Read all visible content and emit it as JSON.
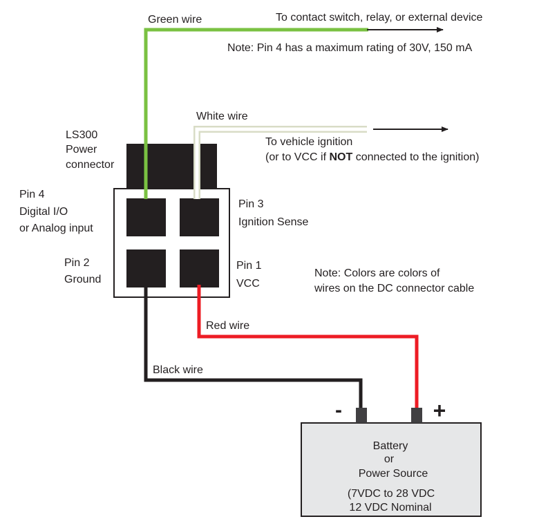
{
  "wires": {
    "green": {
      "label": "Green wire",
      "color": "#7ac142"
    },
    "white": {
      "label": "White wire",
      "color": "#ffffff",
      "outline": "#d8dcc6"
    },
    "red": {
      "label": "Red wire",
      "color": "#ed1c24"
    },
    "black": {
      "label": "Black wire",
      "color": "#231f20"
    }
  },
  "destinations": {
    "contact": "To contact switch, relay, or external device",
    "pin4_note": "Note: Pin 4 has a maximum rating of 30V, 150 mA",
    "ignition_line1": "To vehicle ignition",
    "ignition_line2_pre": "(or to VCC if ",
    "ignition_line2_bold": "NOT",
    "ignition_line2_post": " connected to the ignition)"
  },
  "connector": {
    "title_lines": [
      "LS300",
      "Power",
      "connector"
    ],
    "pins": [
      {
        "id": "pin4",
        "lines": [
          "Pin 4",
          "Digital I/O",
          "or Analog input"
        ]
      },
      {
        "id": "pin3",
        "lines": [
          "Pin 3",
          "Ignition Sense"
        ]
      },
      {
        "id": "pin2",
        "lines": [
          "Pin 2",
          "Ground"
        ]
      },
      {
        "id": "pin1",
        "lines": [
          "Pin 1",
          "VCC"
        ]
      }
    ]
  },
  "colors_note": [
    "Note: Colors are colors of",
    "wires on the DC connector cable"
  ],
  "battery": {
    "lines": [
      "Battery",
      "or",
      "Power Source",
      "(7VDC to 28 VDC",
      "12 VDC Nominal"
    ],
    "negative": "-",
    "positive": "+",
    "fill": "#e6e7e8",
    "terminal_color": "#414042"
  },
  "colors": {
    "ink": "#231f20",
    "housing": "#231f20"
  }
}
